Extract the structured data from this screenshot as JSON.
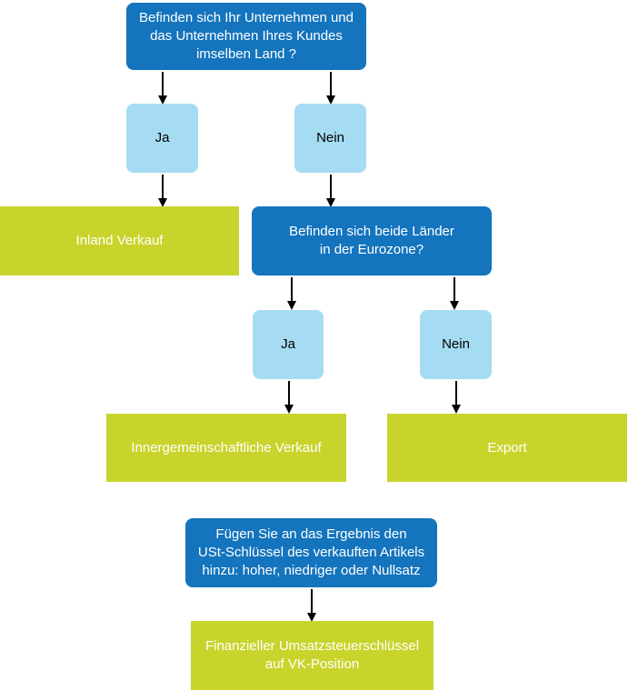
{
  "flow": {
    "q1": "Befinden sich Ihr Unternehmen und\ndas Unternehmen Ihres Kundes\nimselben Land ?",
    "a1_yes": "Ja",
    "a1_no": "Nein",
    "r_domestic": "Inland Verkauf",
    "q2": "Befinden sich beide Länder\nin der Eurozone?",
    "a2_yes": "Ja",
    "a2_no": "Nein",
    "r_intra": "Innergemeinschaftliche Verkauf",
    "r_export": "Export",
    "instruction": "Fügen Sie an das Ergebnis den\nUSt-Schlüssel des verkauften Artikels\nhinzu: hoher, niedriger oder Nullsatz",
    "r_final": "Finanzieller Umsatzsteuerschlüssel\nauf VK-Position"
  },
  "colors": {
    "question_blue": "#1474bd",
    "answer_lightblue": "#a6dcf3",
    "result_green": "#c8d42b",
    "arrow": "#000000"
  }
}
